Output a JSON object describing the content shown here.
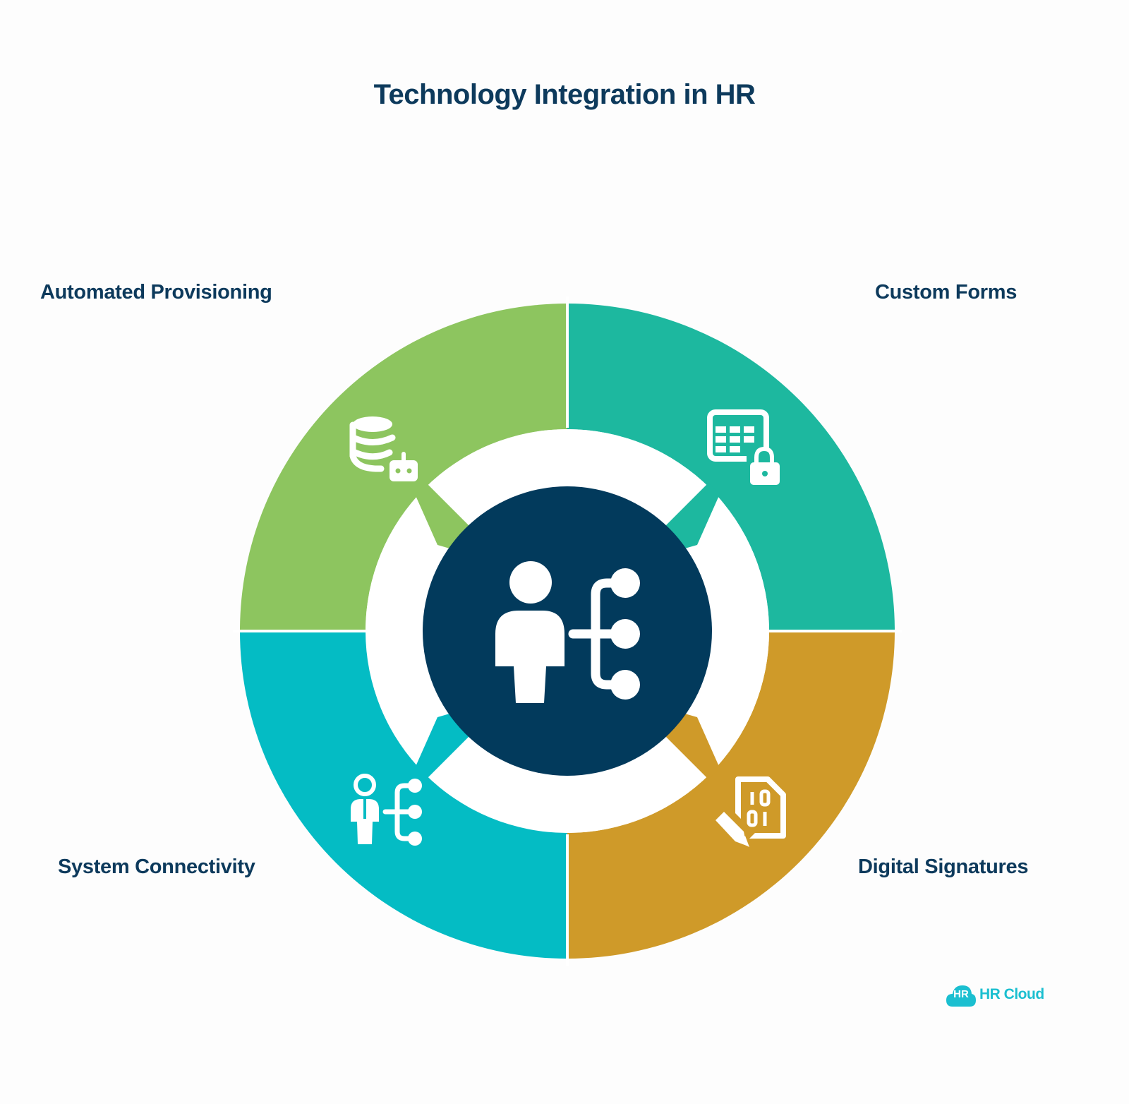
{
  "title": "Technology Integration in HR",
  "segments": [
    {
      "position": "top-left",
      "label": "Automated Provisioning",
      "color": "#8dc55f",
      "icon": "database-robot-icon"
    },
    {
      "position": "top-right",
      "label": "Custom Forms",
      "color": "#1db89f",
      "icon": "table-lock-icon"
    },
    {
      "position": "bottom-left",
      "label": "System Connectivity",
      "color": "#04bcc4",
      "icon": "person-network-icon"
    },
    {
      "position": "bottom-right",
      "label": "Digital Signatures",
      "color": "#cf9a29",
      "icon": "document-signature-icon"
    }
  ],
  "center": {
    "color": "#023a5c",
    "icon": "person-network-icon"
  },
  "logo": {
    "badge": "HR",
    "text": "HR Cloud",
    "color": "#1bbfd0"
  }
}
